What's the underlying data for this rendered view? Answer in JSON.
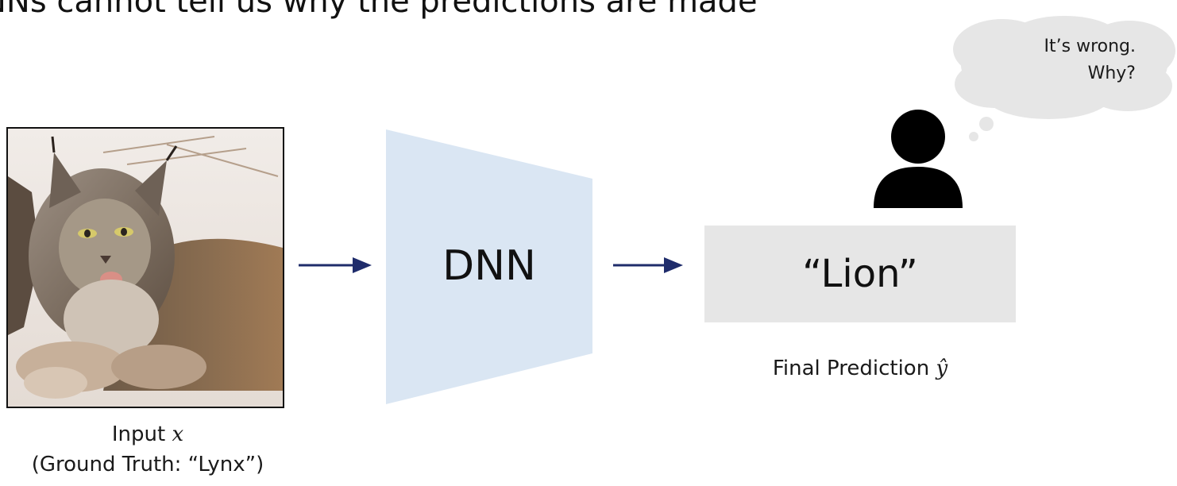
{
  "slide": {
    "title": "NNs cannot tell us why the predictions are made"
  },
  "input": {
    "caption_prefix": "Input ",
    "caption_var": "x",
    "ground_truth": "(Ground Truth: “Lynx”)",
    "image_icon": "lynx-photo"
  },
  "model": {
    "label": "DNN",
    "color": "#dae6f3"
  },
  "arrows": {
    "color": "#1f2c6b"
  },
  "prediction": {
    "value": "“Lion”",
    "caption_prefix": "Final Prediction ",
    "caption_var": "ŷ",
    "box_color": "#e6e6e6"
  },
  "observer": {
    "icon": "person-icon",
    "thought_line1": "It’s wrong.",
    "thought_line2": "Why?",
    "bubble_color": "#e6e6e6"
  }
}
